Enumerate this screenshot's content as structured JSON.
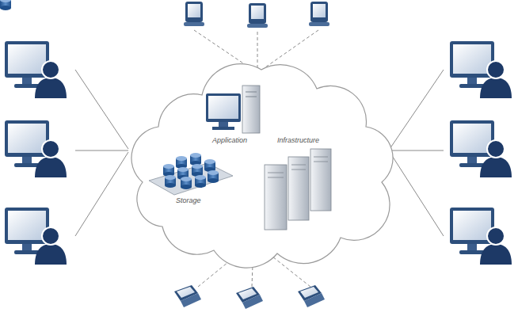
{
  "diagram": {
    "labels": [
      "Application",
      "Infrastructure",
      "Storage"
    ]
  }
}
